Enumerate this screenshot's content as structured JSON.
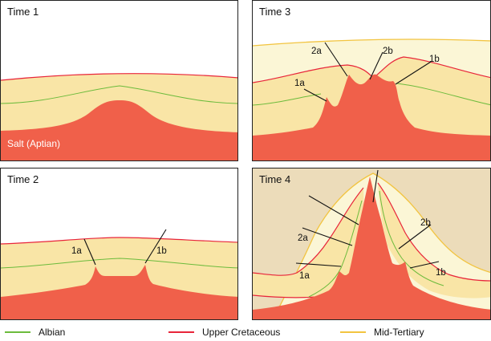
{
  "panels": [
    {
      "title": "Time 1",
      "salt_label": "Salt (Aptian)"
    },
    {
      "title": "Time 2",
      "labels": [
        "1a",
        "1b"
      ]
    },
    {
      "title": "Time 3",
      "labels": [
        "1a",
        "2a",
        "2b",
        "1b"
      ]
    },
    {
      "title": "Time 4",
      "labels": [
        "1a",
        "2a",
        "2b",
        "1b"
      ]
    }
  ],
  "legend": [
    {
      "label": "Albian",
      "color": "#6cbb3c"
    },
    {
      "label": "Upper Cretaceous",
      "color": "#e8253a"
    },
    {
      "label": "Mid-Tertiary",
      "color": "#f2c440"
    }
  ],
  "colors": {
    "salt": "#f0604a",
    "sediment": "#f9e5a6",
    "young_sediment": "#fbf6d6",
    "outer_sediment": "#ecdcba"
  }
}
